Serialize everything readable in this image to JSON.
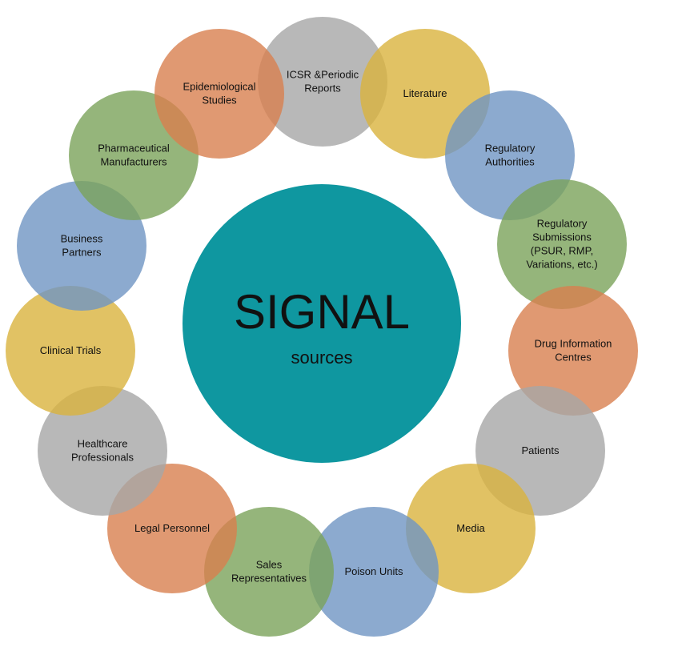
{
  "center": {
    "title": "SIGNAL",
    "subtitle": "sources",
    "color": "#0f97a0"
  },
  "palette": {
    "gray": "#a6a6a6",
    "gold": "#d9b33d",
    "blue": "#6f95c3",
    "green": "#7aa35a",
    "orange": "#d8804f"
  },
  "nodes": [
    {
      "id": "icsr",
      "lines": [
        "ICSR &Periodic",
        "Reports"
      ],
      "color": "gray"
    },
    {
      "id": "literature",
      "lines": [
        "Literature"
      ],
      "color": "gold"
    },
    {
      "id": "regulatory-authorities",
      "lines": [
        "Regulatory",
        "Authorities"
      ],
      "color": "blue"
    },
    {
      "id": "regulatory-submissions",
      "lines": [
        "Regulatory",
        "Submissions",
        "(PSUR, RMP,",
        "Variations, etc.)"
      ],
      "color": "green"
    },
    {
      "id": "drug-information-centres",
      "lines": [
        "Drug Information",
        "Centres"
      ],
      "color": "orange"
    },
    {
      "id": "patients",
      "lines": [
        "Patients"
      ],
      "color": "gray"
    },
    {
      "id": "media",
      "lines": [
        "Media"
      ],
      "color": "gold"
    },
    {
      "id": "poison-units",
      "lines": [
        "Poison Units"
      ],
      "color": "blue"
    },
    {
      "id": "sales-representatives",
      "lines": [
        "Sales",
        "Representatives"
      ],
      "color": "green"
    },
    {
      "id": "legal-personnel",
      "lines": [
        "Legal Personnel"
      ],
      "color": "orange"
    },
    {
      "id": "healthcare-professionals",
      "lines": [
        "Healthcare",
        "Professionals"
      ],
      "color": "gray"
    },
    {
      "id": "clinical-trials",
      "lines": [
        "Clinical Trials"
      ],
      "color": "gold"
    },
    {
      "id": "business-partners",
      "lines": [
        "Business",
        "Partners"
      ],
      "color": "blue"
    },
    {
      "id": "pharmaceutical-manufacturers",
      "lines": [
        "Pharmaceutical",
        "Manufacturers"
      ],
      "color": "green"
    },
    {
      "id": "epidemiological-studies",
      "lines": [
        "Epidemiological",
        "Studies"
      ],
      "color": "orange"
    }
  ]
}
